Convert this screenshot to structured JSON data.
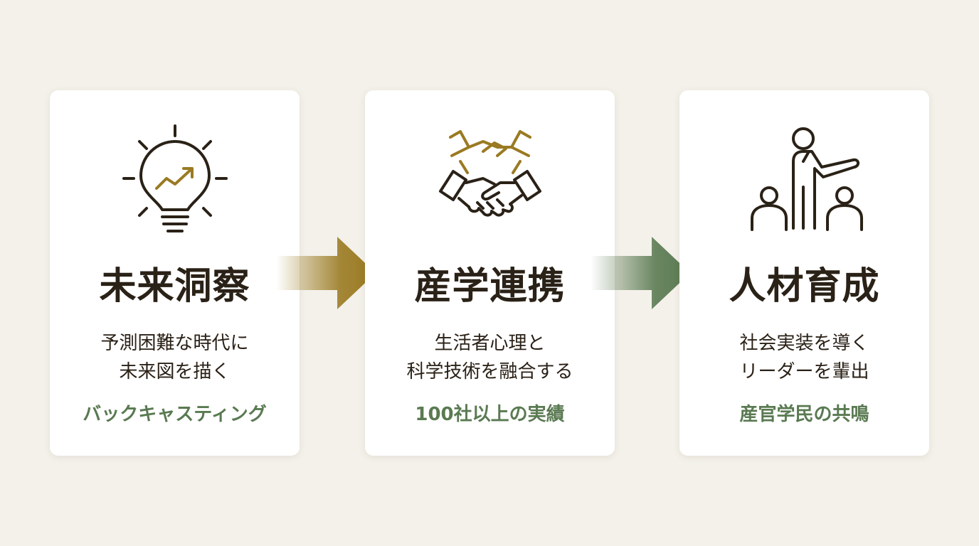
{
  "colors": {
    "background": "#f4f1ea",
    "card": "#ffffff",
    "text_dark": "#2a2117",
    "gold": "#9a7a22",
    "green": "#5a7a52"
  },
  "steps": [
    {
      "icon": "lightbulb-trend-icon",
      "title": "未来洞察",
      "desc_lines": [
        "予測困難な時代に",
        "未来図を描く"
      ],
      "tag": "バックキャスティング"
    },
    {
      "icon": "handshake-icon",
      "title": "産学連携",
      "desc_lines": [
        "生活者心理と",
        "科学技術を融合する"
      ],
      "tag": "100社以上の実績"
    },
    {
      "icon": "mentor-people-icon",
      "title": "人材育成",
      "desc_lines": [
        "社会実装を導く",
        "リーダーを輩出"
      ],
      "tag": "産官学民の共鳴"
    }
  ],
  "arrows": [
    {
      "icon": "arrow-right-icon",
      "color": "#9a7a22"
    },
    {
      "icon": "arrow-right-icon",
      "color": "#5a7a52"
    }
  ]
}
